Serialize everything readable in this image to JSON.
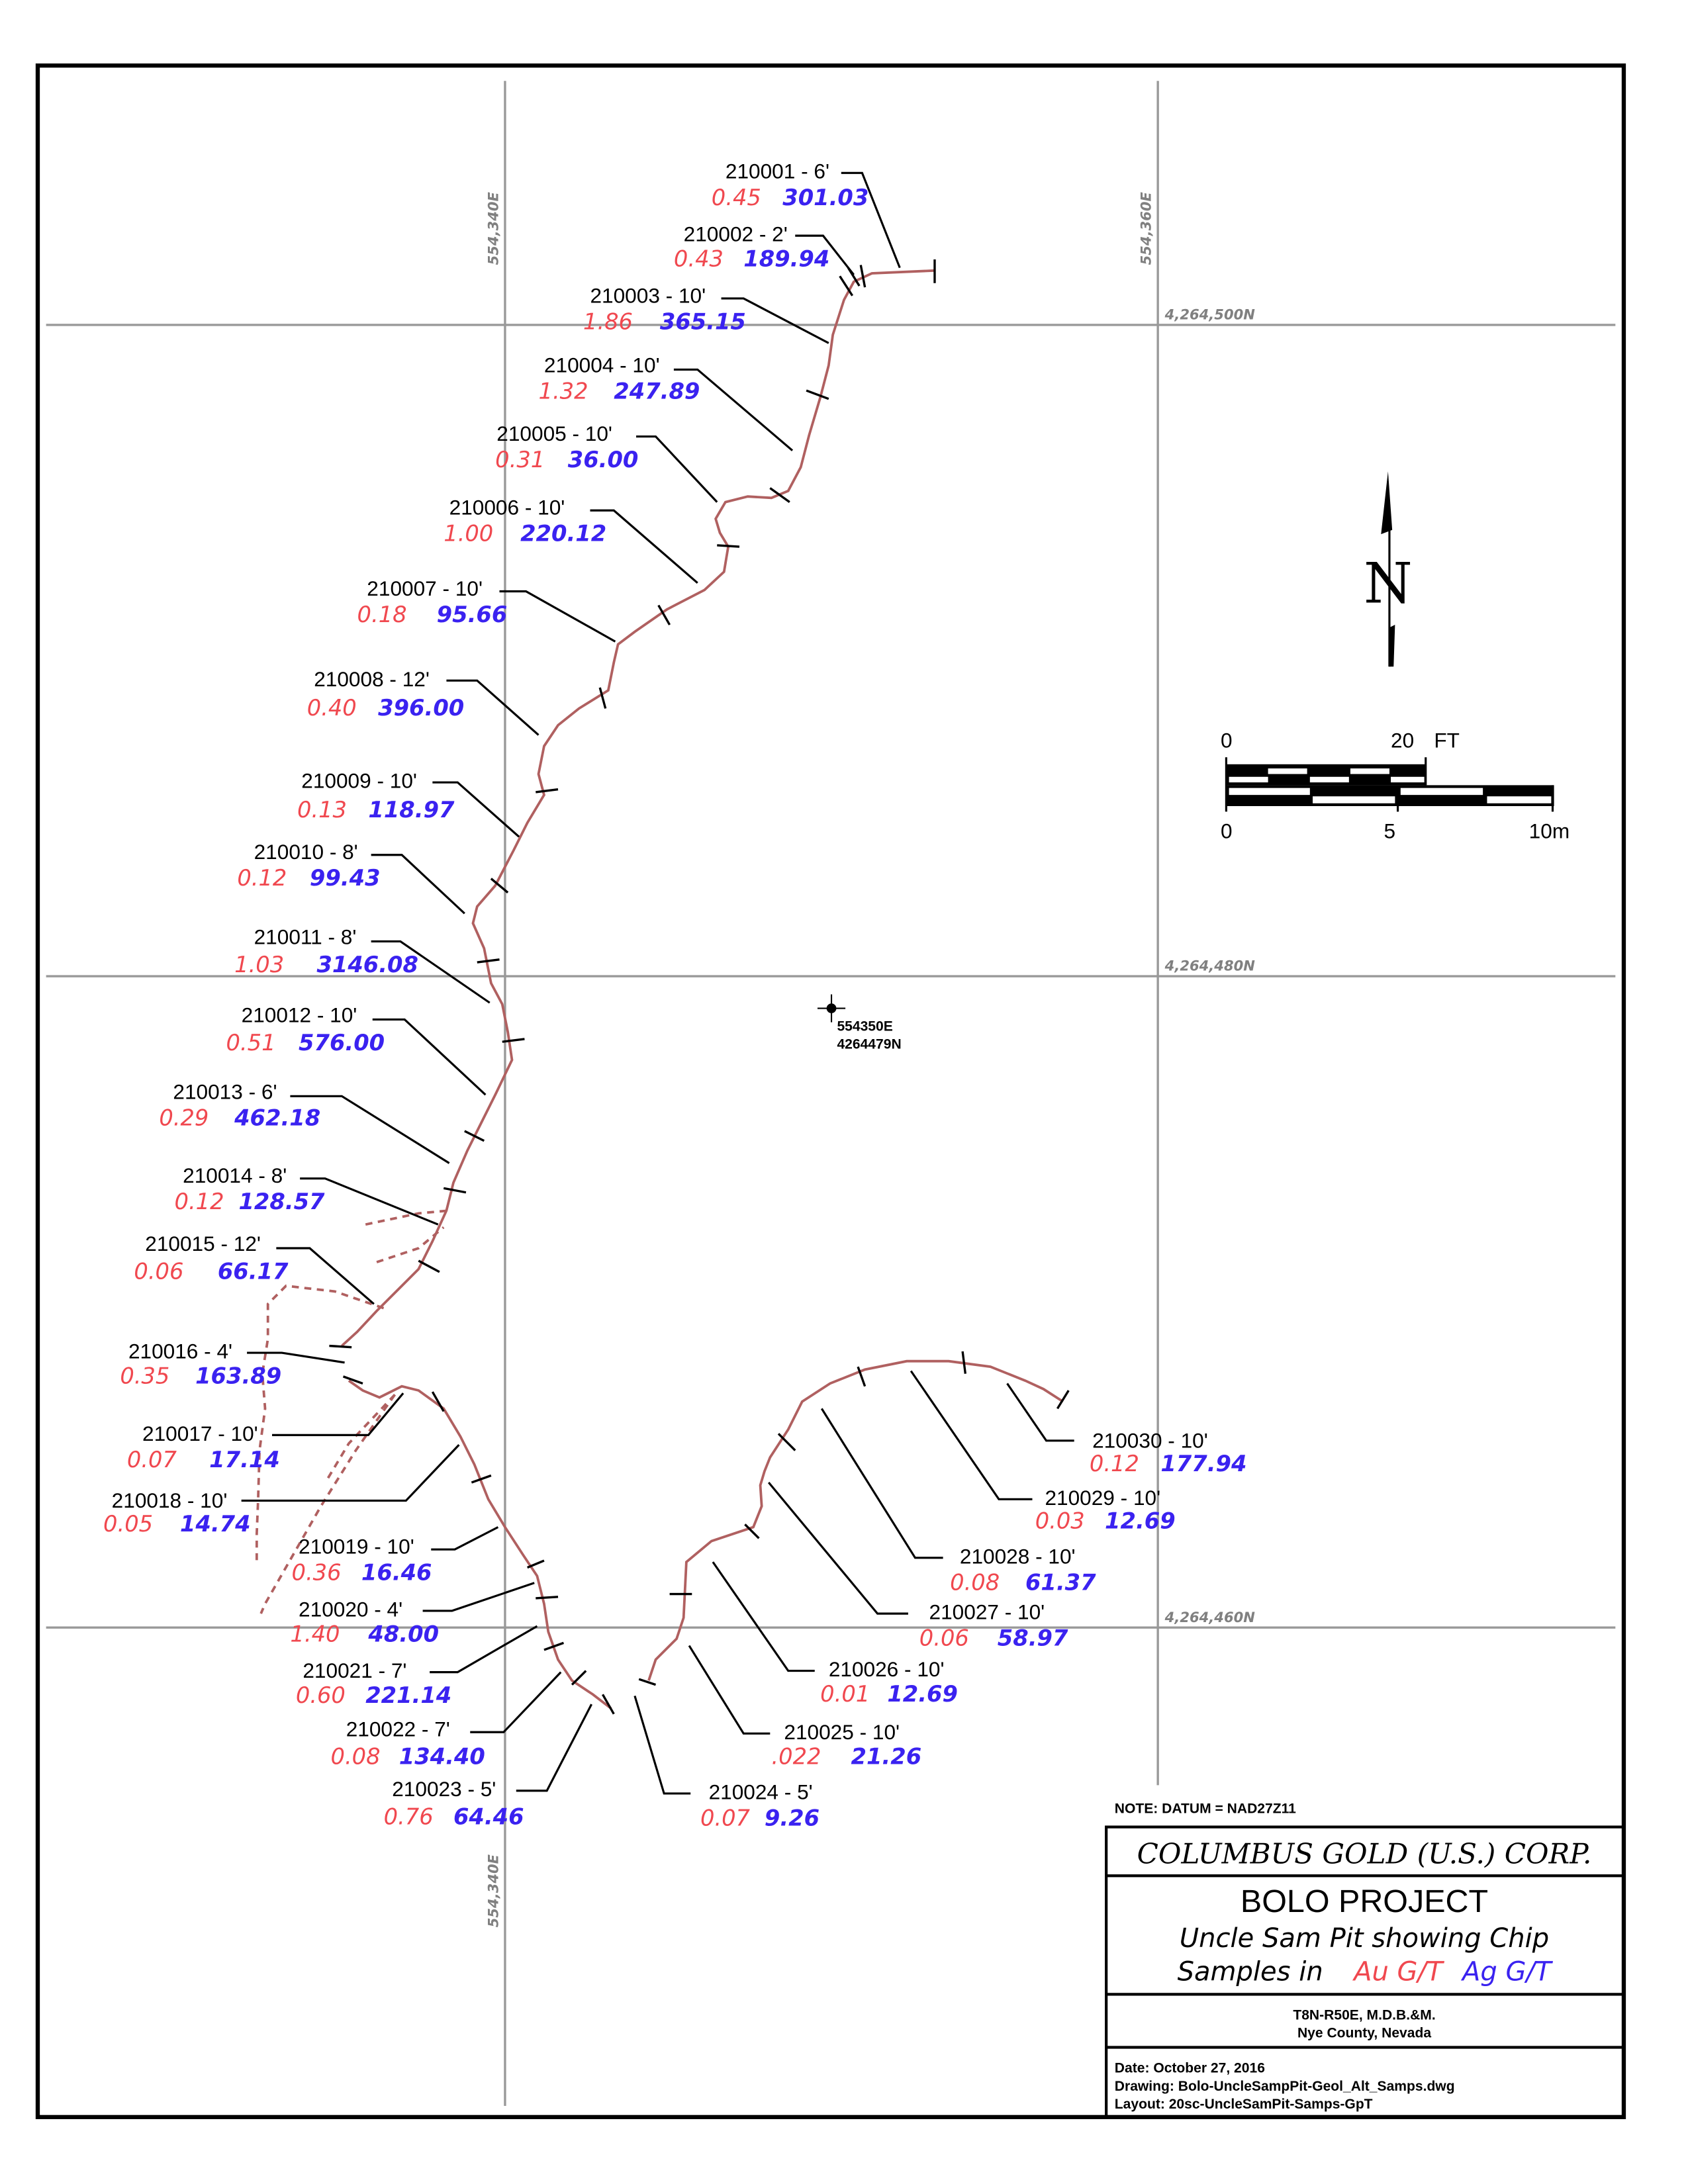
{
  "title_block": {
    "note": "NOTE: DATUM = NAD27Z11",
    "company": "COLUMBUS GOLD (U.S.) CORP.",
    "project": "BOLO PROJECT",
    "subtitle_line1": "Uncle Sam Pit showing Chip",
    "subtitle_line2_prefix": "Samples in",
    "au_unit": "Au G/T",
    "ag_unit": "Ag G/T",
    "location_line1": "T8N-R50E, M.D.B.&M.",
    "location_line2": "Nye County, Nevada",
    "date": "Date: October 27, 2016",
    "drawing": "Drawing: Bolo-UncleSampPit-Geol_Alt_Samps.dwg",
    "layout": "Layout: 20sc-UncleSamPit-Samps-GpT"
  },
  "grid": {
    "easting_labels": [
      "554,340E",
      "554,360E",
      "554,340E"
    ],
    "northing_labels": [
      "4,264,500N",
      "4,264,480N",
      "4,264,460N"
    ]
  },
  "control_point": {
    "easting": "554350E",
    "northing": "4264479N"
  },
  "north_arrow": {
    "label": "N"
  },
  "scale_bar": {
    "ft_labels": [
      "0",
      "20",
      "FT"
    ],
    "m_labels": [
      "0",
      "5",
      "10m"
    ]
  },
  "colors": {
    "au": "#f0484f",
    "ag": "#3a22f0",
    "pit_outline": "#b06060",
    "grid": "#999999"
  },
  "samples": [
    {
      "id": "210001 - 6'",
      "au": "0.45",
      "ag": "301.03"
    },
    {
      "id": "210002 - 2'",
      "au": "0.43",
      "ag": "189.94"
    },
    {
      "id": "210003 - 10'",
      "au": "1.86",
      "ag": "365.15"
    },
    {
      "id": "210004 - 10'",
      "au": "1.32",
      "ag": "247.89"
    },
    {
      "id": "210005 - 10'",
      "au": "0.31",
      "ag": "36.00"
    },
    {
      "id": "210006 - 10'",
      "au": "1.00",
      "ag": "220.12"
    },
    {
      "id": "210007 - 10'",
      "au": "0.18",
      "ag": "95.66"
    },
    {
      "id": "210008 - 12'",
      "au": "0.40",
      "ag": "396.00"
    },
    {
      "id": "210009 - 10'",
      "au": "0.13",
      "ag": "118.97"
    },
    {
      "id": "210010 - 8'",
      "au": "0.12",
      "ag": "99.43"
    },
    {
      "id": "210011 - 8'",
      "au": "1.03",
      "ag": "3146.08"
    },
    {
      "id": "210012 - 10'",
      "au": "0.51",
      "ag": "576.00"
    },
    {
      "id": "210013 - 6'",
      "au": "0.29",
      "ag": "462.18"
    },
    {
      "id": "210014 - 8'",
      "au": "0.12",
      "ag": "128.57"
    },
    {
      "id": "210015 - 12'",
      "au": "0.06",
      "ag": "66.17"
    },
    {
      "id": "210016 - 4'",
      "au": "0.35",
      "ag": "163.89"
    },
    {
      "id": "210017 - 10'",
      "au": "0.07",
      "ag": "17.14"
    },
    {
      "id": "210018 - 10'",
      "au": "0.05",
      "ag": "14.74"
    },
    {
      "id": "210019 - 10'",
      "au": "0.36",
      "ag": "16.46"
    },
    {
      "id": "210020 - 4'",
      "au": "1.40",
      "ag": "48.00"
    },
    {
      "id": "210021 - 7'",
      "au": "0.60",
      "ag": "221.14"
    },
    {
      "id": "210022 - 7'",
      "au": "0.08",
      "ag": "134.40"
    },
    {
      "id": "210023 - 5'",
      "au": "0.76",
      "ag": "64.46"
    },
    {
      "id": "210024 - 5'",
      "au": "0.07",
      "ag": "9.26"
    },
    {
      "id": "210025 - 10'",
      "au": ".022",
      "ag": "21.26"
    },
    {
      "id": "210026 - 10'",
      "au": "0.01",
      "ag": "12.69"
    },
    {
      "id": "210027 - 10'",
      "au": "0.06",
      "ag": "58.97"
    },
    {
      "id": "210028 - 10'",
      "au": "0.08",
      "ag": "61.37"
    },
    {
      "id": "210029 - 10'",
      "au": "0.03",
      "ag": "12.69"
    },
    {
      "id": "210030 - 10'",
      "au": "0.12",
      "ag": "177.94"
    }
  ]
}
